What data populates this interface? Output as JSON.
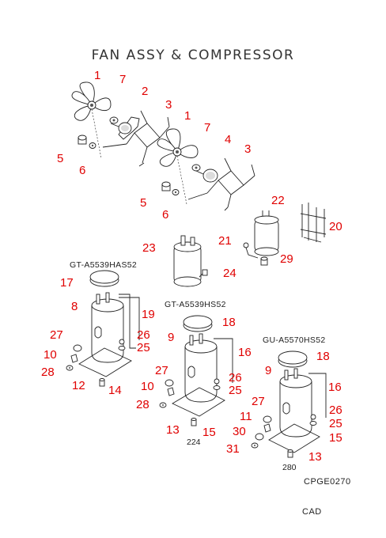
{
  "title": "FAN ASSY & COMPRESSOR",
  "models": {
    "m1": "GT-A5539HAS52",
    "m2": "GT-A5539HS52",
    "m3": "GU-A5570HS52"
  },
  "sub_labels": {
    "s224": "224",
    "s280": "280"
  },
  "drawing_code": "CPGE0270",
  "cad_label": "CAD",
  "callouts": {
    "c1a": "1",
    "c7a": "7",
    "c2": "2",
    "c3a": "3",
    "c5a": "5",
    "c6a": "6",
    "c1b": "1",
    "c7b": "7",
    "c4": "4",
    "c3b": "3",
    "c5b": "5",
    "c6b": "6",
    "c22": "22",
    "c20": "20",
    "c21": "21",
    "c29": "29",
    "c23": "23",
    "c24": "24",
    "c17": "17",
    "c8": "8",
    "c19": "19",
    "c27a": "27",
    "c26a": "26",
    "c25a": "25",
    "c10a": "10",
    "c28a": "28",
    "c12": "12",
    "c14": "14",
    "c18a": "18",
    "c9a": "9",
    "c16a": "16",
    "c27b": "27",
    "c26b": "26",
    "c25b": "25",
    "c10b": "10",
    "c28b": "28",
    "c13a": "13",
    "c15a": "15",
    "c18b": "18",
    "c9b": "9",
    "c16b": "16",
    "c27c": "27",
    "c26c": "26",
    "c25c": "25",
    "c11": "11",
    "c30": "30",
    "c15b": "15",
    "c31": "31",
    "c13b": "13"
  }
}
